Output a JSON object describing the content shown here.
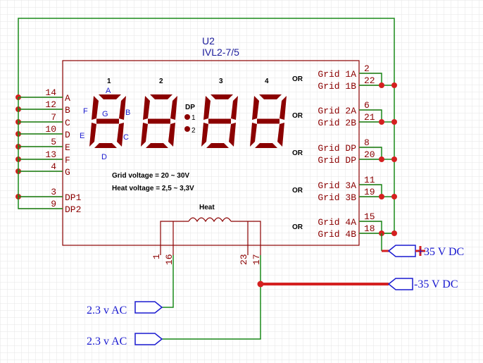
{
  "part": {
    "ref": "U2",
    "value": "IVL2-7/5"
  },
  "digits": [
    "1",
    "2",
    "3",
    "4"
  ],
  "segments": {
    "a": "A",
    "b": "B",
    "c": "C",
    "d": "D",
    "e": "E",
    "f": "F",
    "g": "G"
  },
  "dp": {
    "label": "DP",
    "n1": "1",
    "n2": "2"
  },
  "notes": {
    "grid": "Grid voltage = 20 ~ 30V",
    "heat": "Heat voltage = 2,5 ~ 3,3V"
  },
  "heater": {
    "label": "Heat"
  },
  "left_pins": [
    {
      "num": "14",
      "name": "A"
    },
    {
      "num": "12",
      "name": "B"
    },
    {
      "num": "7",
      "name": "C"
    },
    {
      "num": "10",
      "name": "D"
    },
    {
      "num": "5",
      "name": "E"
    },
    {
      "num": "13",
      "name": "F"
    },
    {
      "num": "4",
      "name": "G"
    },
    {
      "num": "3",
      "name": "DP1"
    },
    {
      "num": "9",
      "name": "DP2"
    }
  ],
  "right_pins": [
    {
      "num": "2",
      "name": "Grid 1A"
    },
    {
      "num": "22",
      "name": "Grid 1B"
    },
    {
      "num": "6",
      "name": "Grid 2A"
    },
    {
      "num": "21",
      "name": "Grid 2B"
    },
    {
      "num": "8",
      "name": "Grid DP"
    },
    {
      "num": "20",
      "name": "Grid DP"
    },
    {
      "num": "11",
      "name": "Grid 3A"
    },
    {
      "num": "19",
      "name": "Grid 3B"
    },
    {
      "num": "15",
      "name": "Grid 4A"
    },
    {
      "num": "18",
      "name": "Grid 4B"
    }
  ],
  "or_label": "OR",
  "bottom_pins": [
    "1",
    "16",
    "23",
    "17"
  ],
  "ports": {
    "plus35": "+35 V DC",
    "minus35": "-35 V DC",
    "ac1": "2.3 v AC",
    "ac2": "2.3 v AC"
  },
  "colors": {
    "wire": "#1a8a1a",
    "part": "#8b0000",
    "power": "#d42020",
    "port": "#1a1ad0"
  }
}
